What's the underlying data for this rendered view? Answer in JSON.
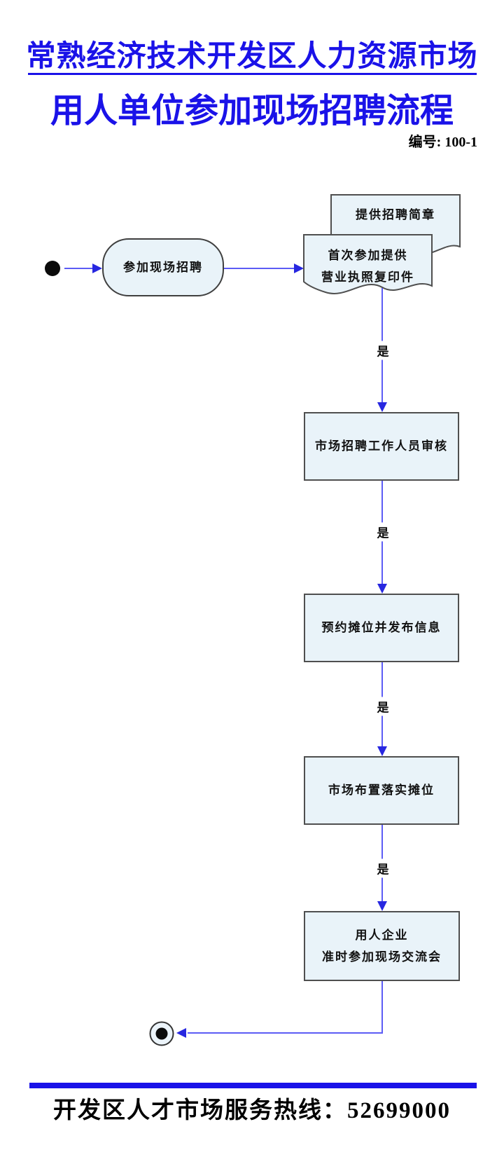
{
  "header": {
    "title_line1": "常熟经济技术开发区人力资源市场",
    "title_line2": "用人单位参加现场招聘流程",
    "doc_number": "编号: 100-1"
  },
  "flowchart": {
    "yes_label": "是",
    "start_node": "start",
    "end_node": "end",
    "nodes": {
      "participate": "参加现场招聘",
      "doc_back": "提供招聘简章",
      "doc_front_line1": "首次参加提供",
      "doc_front_line2": "营业执照复印件",
      "review": "市场招聘工作人员审核",
      "booth_booking": "预约摊位并发布信息",
      "booth_setup": "市场布置落实摊位",
      "attend_line1": "用人企业",
      "attend_line2": "准时参加现场交流会"
    }
  },
  "footer": {
    "hotline": "开发区人才市场服务热线：52699000"
  },
  "colors": {
    "accent_blue": "#1a12e8",
    "line_blue": "#5c5cf5",
    "arrow_blue": "#2727e0",
    "shape_fill": "#e9f3f9",
    "shape_border": "#4f4f4f",
    "node_black": "#0b0b0b"
  }
}
